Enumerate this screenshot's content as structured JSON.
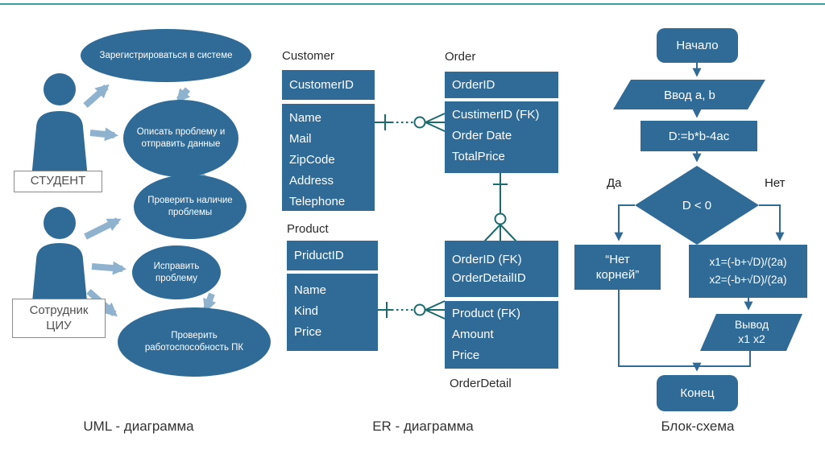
{
  "page": {
    "captions": {
      "uml": "UML - диаграмма",
      "er": "ER - диаграмма",
      "flow": "Блок-схема"
    }
  },
  "colors": {
    "primary_blue": "#2f6b96",
    "arrow_light_blue": "#8fb3cf",
    "connector_teal": "#1a6b6d",
    "top_line_teal": "#35a29f"
  },
  "uml": {
    "actors": [
      {
        "label_lines": [
          "СТУДЕНТ"
        ]
      },
      {
        "label_lines": [
          "Сотрудник",
          "ЦИУ"
        ]
      }
    ],
    "use_cases": [
      "Зарегистрироваться в системе",
      "Описать проблему и отправить данные",
      "Проверить наличие проблемы",
      "Исправить проблему",
      "Проверить работоспособность ПК"
    ]
  },
  "er": {
    "customer": {
      "title": "Customer",
      "key": "CustomerID",
      "fields": [
        "Name",
        "Mail",
        "ZipCode",
        "Address",
        "Telephone"
      ]
    },
    "order": {
      "title": "Order",
      "key": "OrderID",
      "fields": [
        "CustimerID (FK)",
        "Order Date",
        "TotalPrice"
      ]
    },
    "product": {
      "title": "Product",
      "key": "PriductID",
      "fields": [
        "Name",
        "Kind",
        "Price"
      ]
    },
    "order_detail": {
      "title": "OrderDetail",
      "key_lines": [
        "OrderID  (FK)",
        "OrderDetailID"
      ],
      "fields": [
        "Product  (FK)",
        "Amount",
        "Price"
      ]
    }
  },
  "flow": {
    "start": "Начало",
    "input": "Ввод a, b",
    "compute": "D:=b*b-4ac",
    "decision": "D < 0",
    "branch_yes": "Да",
    "branch_no": "Нет",
    "no_roots": "“Нет корней”",
    "roots": [
      "x1=(-b+√D)/(2a)",
      "x2=(-b+√D)/(2a)"
    ],
    "output_lines": [
      "Вывод",
      "x1 x2"
    ],
    "end": "Конец"
  }
}
